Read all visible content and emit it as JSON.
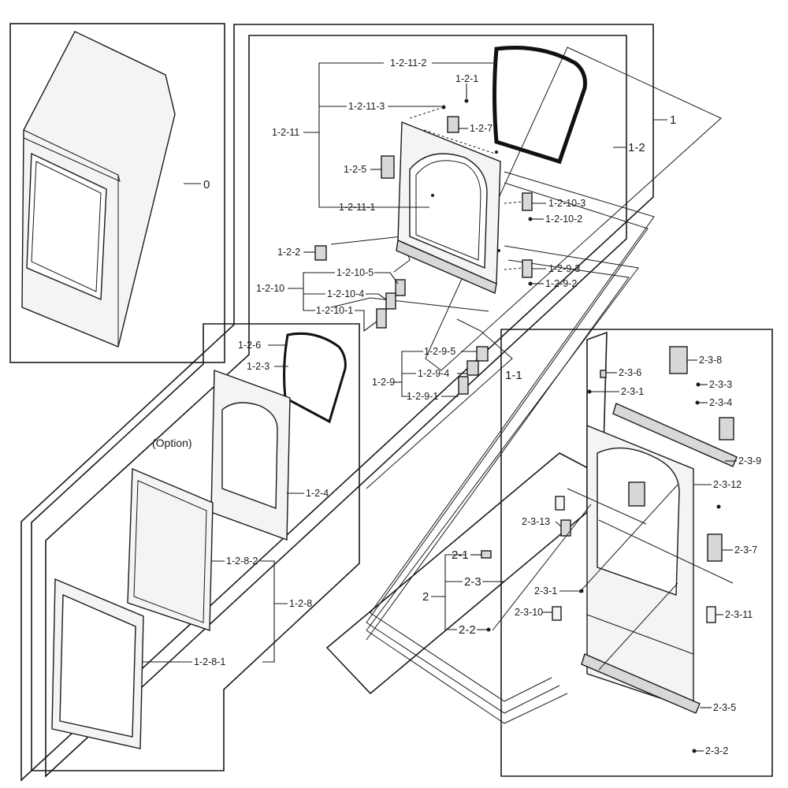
{
  "labels": {
    "l0": "0",
    "l1": "1",
    "l1_2": "1-2",
    "l1_1": "1-1",
    "l1_2_11": "1-2-11",
    "l1_2_11_2": "1-2-11-2",
    "l1_2_11_3": "1-2-11-3",
    "l1_2_11_1": "1-2-11-1",
    "l1_2_1": "1-2-1",
    "l1_2_7": "1-2-7",
    "l1_2_5": "1-2-5",
    "l1_2_10_3": "1-2-10-3",
    "l1_2_10_2": "1-2-10-2",
    "l1_2_2": "1-2-2",
    "l1_2_10": "1-2-10",
    "l1_2_10_5": "1-2-10-5",
    "l1_2_10_4": "1-2-10-4",
    "l1_2_10_1": "1-2-10-1",
    "l1_2_9_3": "1-2-9-3",
    "l1_2_9_2": "1-2-9-2",
    "l1_2_6": "1-2-6",
    "l1_2_3": "1-2-3",
    "l1_2_9": "1-2-9",
    "l1_2_9_5": "1-2-9-5",
    "l1_2_9_4": "1-2-9-4",
    "l1_2_9_1": "1-2-9-1",
    "option": "(Option)",
    "l1_2_4": "1-2-4",
    "l1_2_8_2": "1-2-8-2",
    "l1_2_8": "1-2-8",
    "l1_2_8_1": "1-2-8-1",
    "l2_3_8": "2-3-8",
    "l2_3_6": "2-3-6",
    "l2_3_3": "2-3-3",
    "l2_3_1a": "2-3-1",
    "l2_3_4": "2-3-4",
    "l2_3_9": "2-3-9",
    "l2_3_12": "2-3-12",
    "l2_3_13": "2-3-13",
    "l2_3_7": "2-3-7",
    "l2_1": "2-1",
    "l2": "2",
    "l2_3": "2-3",
    "l2_3_1b": "2-3-1",
    "l2_3_10": "2-3-10",
    "l2_3_11": "2-3-11",
    "l2_2": "2-2",
    "l2_3_5": "2-3-5",
    "l2_3_2": "2-3-2"
  }
}
